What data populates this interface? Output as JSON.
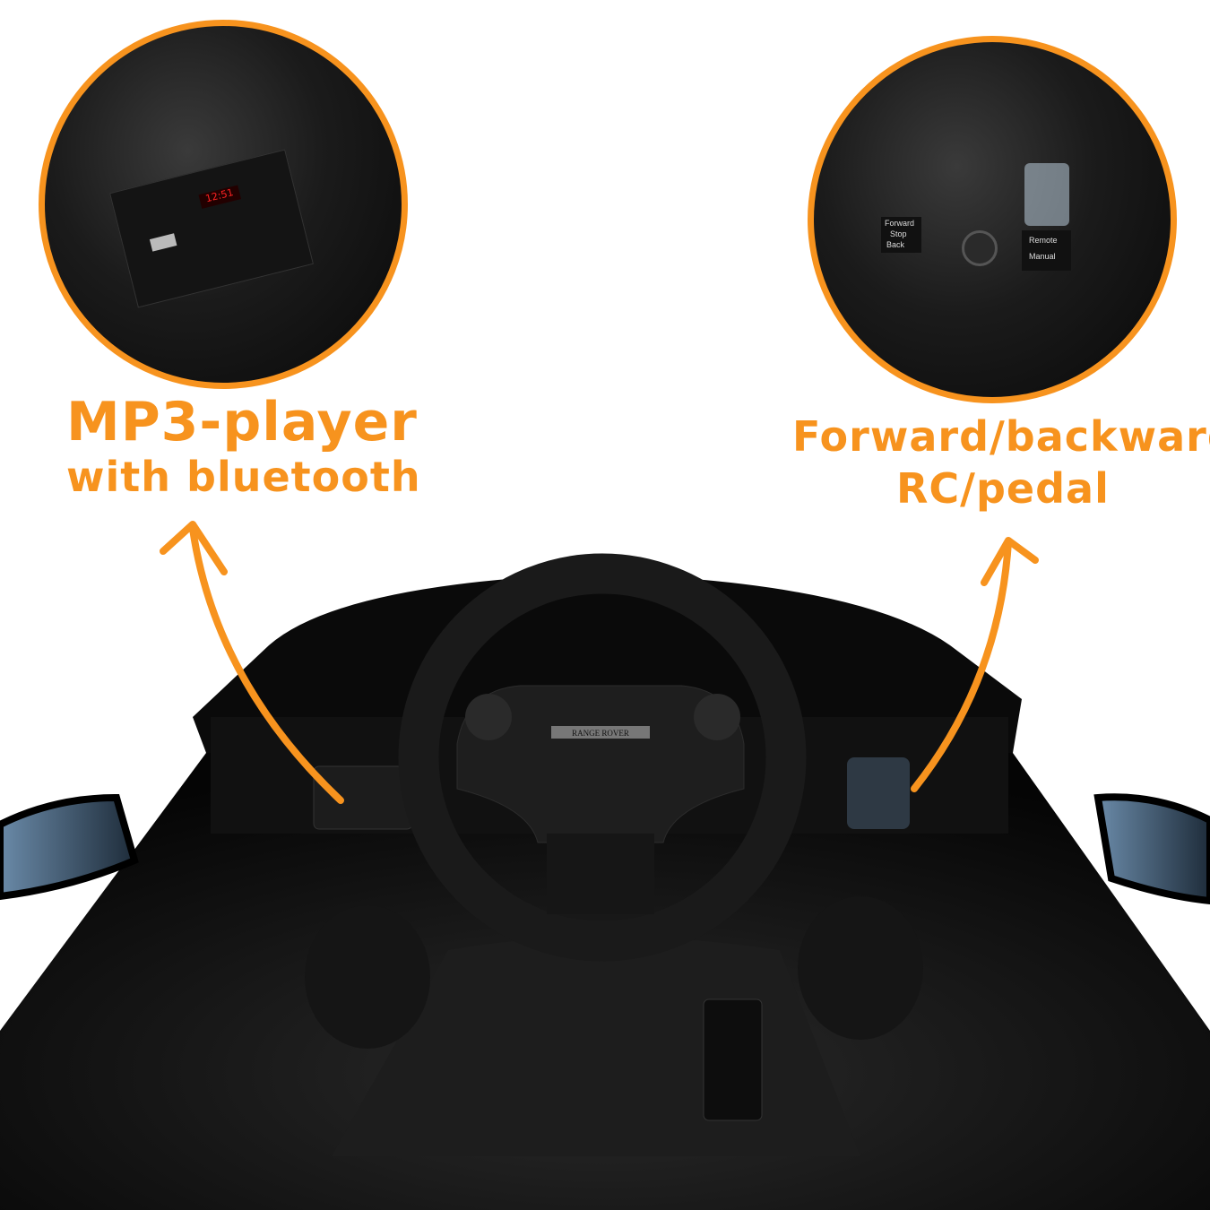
{
  "colors": {
    "accent": "#F7931E",
    "car_body": "#0b0b0b",
    "background": "#ffffff"
  },
  "callouts": {
    "left": {
      "line1": "MP3-player",
      "line2": "with bluetooth",
      "display_text": "12:51"
    },
    "right": {
      "line1": "Forward/backward",
      "line2": "RC/pedal",
      "switch_labels": [
        "Forward",
        "Stop",
        "Back"
      ],
      "mode_labels": [
        "Remote",
        "Manual"
      ]
    }
  },
  "car": {
    "badge": "RANGE ROVER"
  }
}
